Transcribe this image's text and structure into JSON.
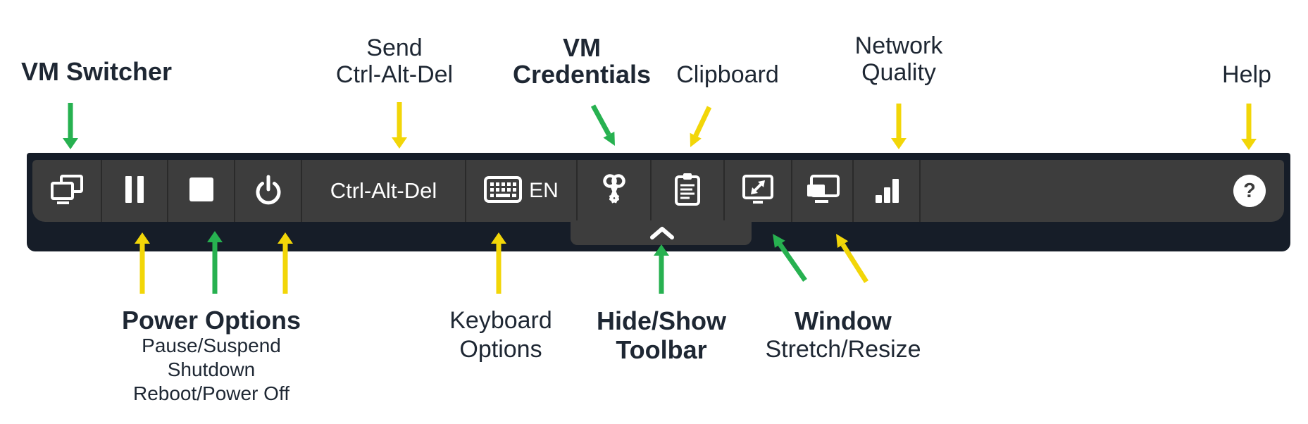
{
  "colors": {
    "arrow_green": "#27B150",
    "arrow_yellow": "#F2D608",
    "label_text": "#1E2733",
    "toolbar_bg": "#3D3D3D",
    "frame_bg": "#161D28",
    "icon_white": "#FFFFFF",
    "separator": "#2A2A2A"
  },
  "annotations": {
    "vm_switcher": "VM Switcher",
    "send_1": "Send",
    "send_2": "Ctrl-Alt-Del",
    "credentials_1": "VM",
    "credentials_2": "Credentials",
    "clipboard": "Clipboard",
    "network_1": "Network",
    "network_2": "Quality",
    "help": "Help",
    "power_title": "Power Options",
    "power_sub_1": "Pause/Suspend",
    "power_sub_2": "Shutdown",
    "power_sub_3": "Reboot/Power Off",
    "keyboard_1": "Keyboard",
    "keyboard_2": "Options",
    "hideshow_1": "Hide/Show",
    "hideshow_2": "Toolbar",
    "window_1": "Window",
    "window_2_bold": "Stretch",
    "window_2_rest": "/Resize"
  },
  "toolbar": {
    "ctrl_alt_del": "Ctrl-Alt-Del",
    "keyboard_lang": "EN",
    "help_glyph": "?",
    "icons": [
      "dual-monitor-icon",
      "pause-icon",
      "stop-icon",
      "power-icon",
      "keyboard-icon",
      "keys-icon",
      "clipboard-icon",
      "stretch-icon",
      "resize-icon",
      "network-bars-icon",
      "help-icon",
      "chevron-up-icon"
    ]
  }
}
